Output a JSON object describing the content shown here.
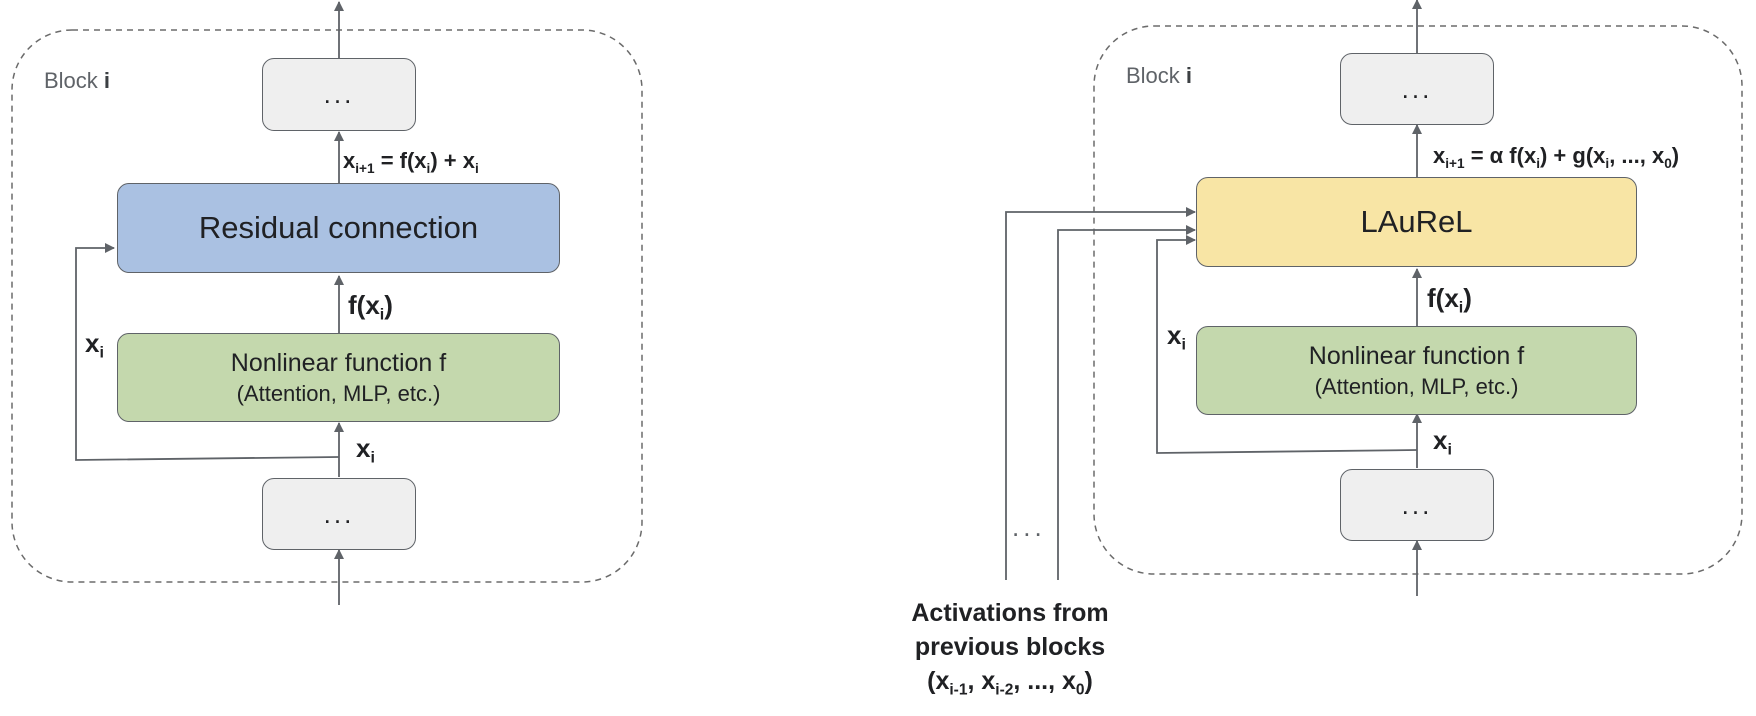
{
  "left": {
    "block_label": "Block",
    "block_index": "i",
    "top_box": "...",
    "bottom_box": "...",
    "combine_box": "Residual connection",
    "nonlinear_title": "Nonlinear function f",
    "nonlinear_subtitle": "(Attention, MLP, etc.)",
    "label_fx": "f(x",
    "label_fx_sub": "i",
    "label_fx_close": ")",
    "label_xi": "x",
    "label_xi_sub": "i",
    "label_skip": "x",
    "label_skip_sub": "i",
    "eq": {
      "x": "x",
      "x_sub": "i+1",
      "mid": " = f(x",
      "f_sub": "i",
      "plus": ") + x",
      "last_sub": "i"
    }
  },
  "right": {
    "block_label": "Block",
    "block_index": "i",
    "top_box": "...",
    "bottom_box": "...",
    "combine_box": "LAuReL",
    "nonlinear_title": "Nonlinear function f",
    "nonlinear_subtitle": "(Attention, MLP, etc.)",
    "label_fx": "f(x",
    "label_fx_sub": "i",
    "label_fx_close": ")",
    "label_xi": "x",
    "label_xi_sub": "i",
    "label_skip": "x",
    "label_skip_sub": "i",
    "eq": {
      "x": "x",
      "x_sub": "i+1",
      "mid": " = α f(x",
      "f_sub": "i",
      "plus": ") + g(x",
      "g_sub": "i",
      "rest": ", ..., x",
      "zero_sub": "0",
      "close": ")"
    },
    "ellipsis": "...",
    "caption_line1": "Activations from",
    "caption_line2": "previous blocks",
    "caption_line3": {
      "open": "(x",
      "s1": "i-1",
      "c1": ", x",
      "s2": "i-2",
      "c2": ", ..., x",
      "s3": "0",
      "close": ")"
    }
  },
  "colors": {
    "residual": "#aac1e2",
    "nonlinear": "#c4d8ad",
    "laurel": "#f8e5a5",
    "placeholder": "#efefef",
    "line": "#5f6368"
  }
}
